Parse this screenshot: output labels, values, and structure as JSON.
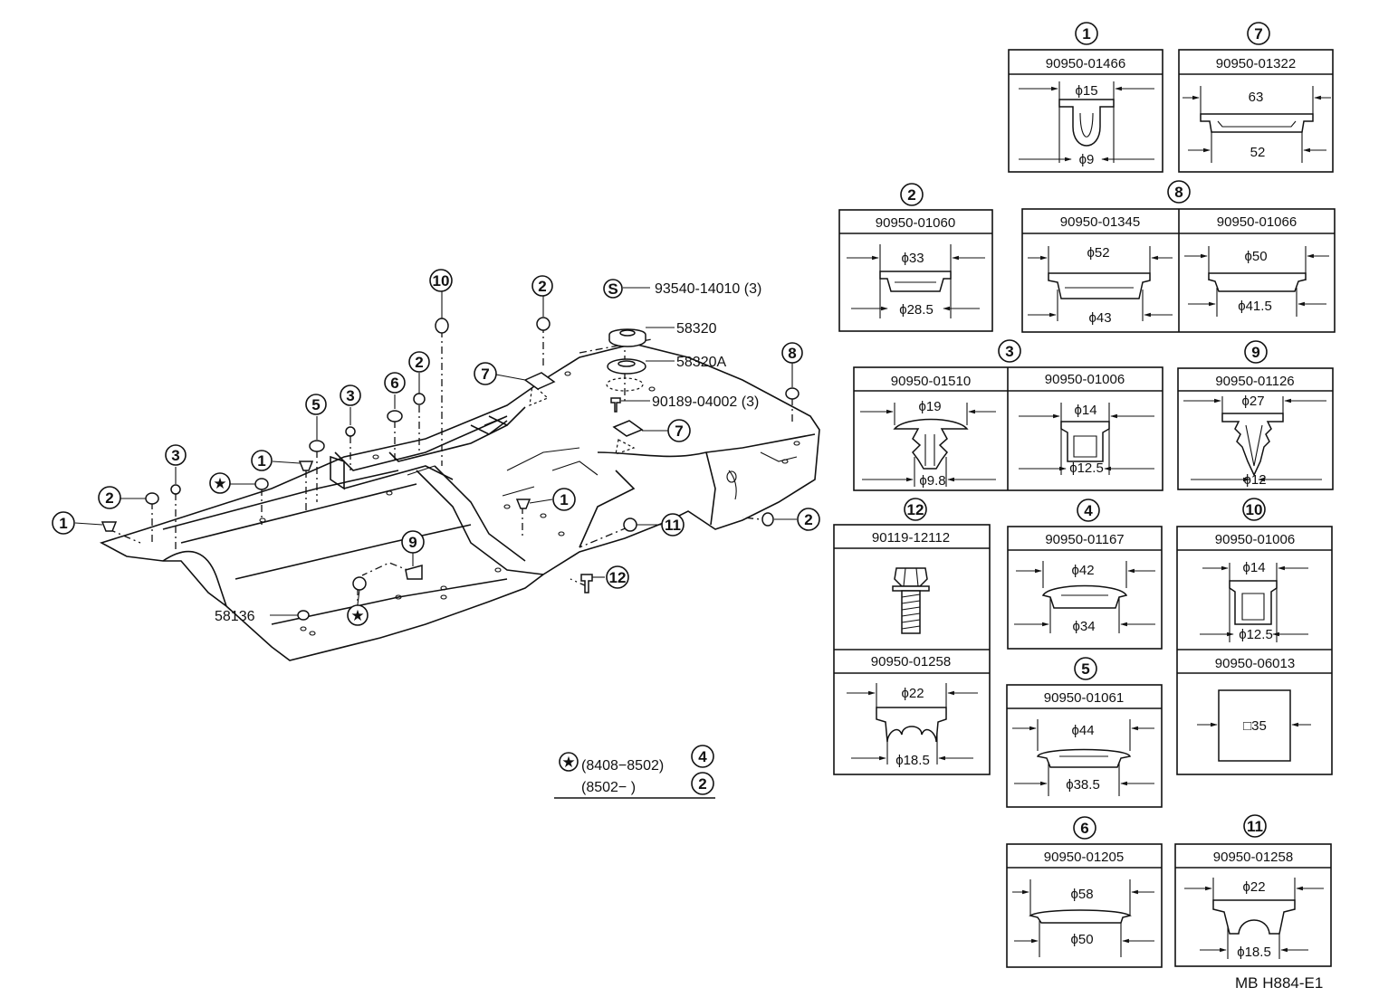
{
  "diagram": {
    "document_id": "MB H884-E1",
    "main_labels": {
      "bolt_s": "93540-14010 (3)",
      "bolt_s_marker": "S",
      "cushion_upper": "58320",
      "cushion_lower": "58320A",
      "bolt_small": "90189-04002 (3)",
      "plug_58136": "58136"
    },
    "callouts": [
      "1",
      "2",
      "3",
      "4",
      "5",
      "6",
      "7",
      "8",
      "9",
      "10",
      "11",
      "12"
    ],
    "star_note": {
      "line1_range": "(8408−8502)",
      "line1_ref": "4",
      "line2_range": "(8502−        )",
      "line2_ref": "2"
    },
    "detail_boxes": [
      {
        "ref": "1",
        "part": "90950-01466",
        "dims": [
          "ϕ15",
          "ϕ9"
        ]
      },
      {
        "ref": "7",
        "part": "90950-01322",
        "dims": [
          "63",
          "52"
        ]
      },
      {
        "ref": "2",
        "part": "90950-01060",
        "dims": [
          "ϕ33",
          "ϕ28.5"
        ]
      },
      {
        "ref": "8",
        "part": "90950-01345",
        "dims": [
          "ϕ52",
          "ϕ43"
        ]
      },
      {
        "ref": "8",
        "part": "90950-01066",
        "dims": [
          "ϕ50",
          "ϕ41.5"
        ]
      },
      {
        "ref": "3",
        "part": "90950-01510",
        "dims": [
          "ϕ19",
          "ϕ9.8"
        ]
      },
      {
        "ref": "3",
        "part": "90950-01006",
        "dims": [
          "ϕ14",
          "ϕ12.5"
        ]
      },
      {
        "ref": "9",
        "part": "90950-01126",
        "dims": [
          "ϕ27",
          "ϕ12"
        ]
      },
      {
        "ref": "12",
        "part": "90119-12112",
        "dims": []
      },
      {
        "ref": "12",
        "part": "90950-01258",
        "dims": [
          "ϕ22",
          "ϕ18.5"
        ]
      },
      {
        "ref": "4",
        "part": "90950-01167",
        "dims": [
          "ϕ42",
          "ϕ34"
        ]
      },
      {
        "ref": "10",
        "part": "90950-01006",
        "dims": [
          "ϕ14",
          "ϕ12.5"
        ]
      },
      {
        "ref": "10",
        "part": "90950-06013",
        "dims": [
          "□35"
        ]
      },
      {
        "ref": "5",
        "part": "90950-01061",
        "dims": [
          "ϕ44",
          "ϕ38.5"
        ]
      },
      {
        "ref": "6",
        "part": "90950-01205",
        "dims": [
          "ϕ58",
          "ϕ50"
        ]
      },
      {
        "ref": "11",
        "part": "90950-01258",
        "dims": [
          "ϕ22",
          "ϕ18.5"
        ]
      }
    ]
  }
}
